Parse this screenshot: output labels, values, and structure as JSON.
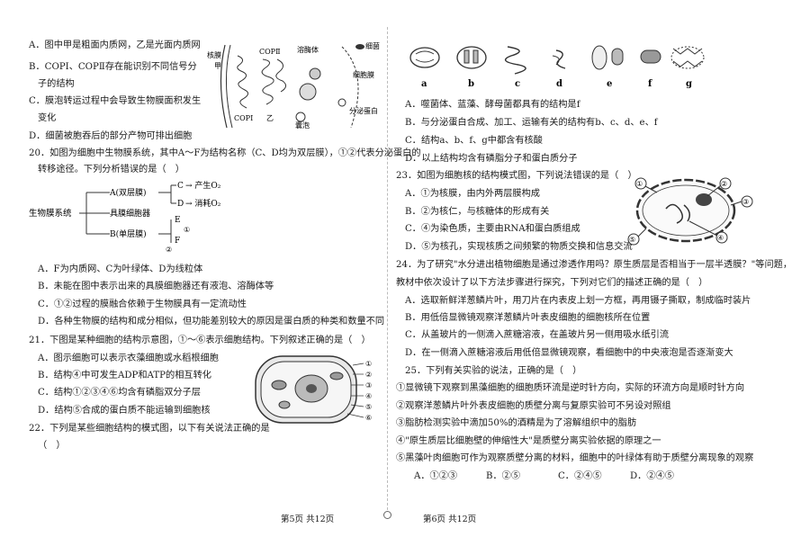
{
  "left_page": {
    "q19_options": [
      "A．图中甲是粗面内质网，乙是光面内质网",
      "B．COPⅠ、COPⅡ存在能识别不同信号分",
      "子的结构",
      "C．膜泡转运过程中会导致生物膜面积发生",
      "变化",
      "D．细菌被胞吞后的部分产物可排出细胞"
    ],
    "q19_labels": [
      "核膜",
      "甲",
      "COPⅡ",
      "溶酶体",
      "细菌",
      "细胞膜",
      "分泌蛋白",
      "COPⅠ",
      "乙",
      "囊泡"
    ],
    "q20_stem": [
      "20．如图为细胞中生物膜系统，其中A～F为结构名称（C、D均为双层膜），①②代表分泌蛋白的",
      "转移途径。下列分析错误的是（　）"
    ],
    "q20_diagram": {
      "root": "生物膜系统",
      "a": "A(双层膜)",
      "b": "具膜细胞器",
      "c": "B(单层膜)",
      "C": "C",
      "D": "D",
      "E": "E",
      "F": "F",
      "o2": "→ 产生O₂",
      "consume": "→ 消耗O₂",
      "m1": "①",
      "m2": "②"
    },
    "q20_options": [
      "A．F为内质网、C为叶绿体、D为线粒体",
      "B．未能在图中表示出来的具膜细胞器还有液泡、溶酶体等",
      "C．①②过程的膜融合依赖于生物膜具有一定流动性",
      "D．各种生物膜的结构和成分相似，但功能差别较大的原因是蛋白质的种类和数量不同"
    ],
    "q21_stem": "21．下图是某种细胞的结构示意图，①～⑥表示细胞结构。下列叙述正确的是（　）",
    "q21_options": [
      "A．图示细胞可以表示衣藻细胞或水稻根细胞",
      "B．结构④中可发生ADP和ATP的相互转化",
      "C．结构①②③④⑥均含有磷脂双分子层",
      "D．结构⑤合成的蛋白质不能运输到细胞核"
    ],
    "q21_labels": [
      "①",
      "②",
      "③",
      "④",
      "⑤",
      "⑥"
    ],
    "q22_stem": [
      "22．下列是某些细胞结构的模式图，以下有关说法正确的是",
      "（　）"
    ]
  },
  "right_page": {
    "q22_fig_labels": [
      "a",
      "b",
      "c",
      "d",
      "e",
      "f",
      "g"
    ],
    "q22_options": [
      "A．噬菌体、蓝藻、酵母菌都具有的结构是f",
      "B．与分泌蛋白合成、加工、运输有关的结构有b、c、d、e、f",
      "C．结构a、b、f、g中都含有核酸",
      "D．以上结构均含有磷脂分子和蛋白质分子"
    ],
    "q23_stem": "23．如图为细胞核的结构模式图，下列说法错误的是（　）",
    "q23_options": [
      "A．①为核膜，由内外两层膜构成",
      "B．②为核仁，与核糖体的形成有关",
      "C．④为染色质，主要由RNA和蛋白质组成",
      "D．⑤为核孔，实现核质之间频繁的物质交换和信息交流"
    ],
    "q23_labels": [
      "①",
      "②",
      "③",
      "④",
      "⑤"
    ],
    "q24_stem": [
      "24．为了研究\"水分进出植物细胞是通过渗透作用吗？原生质层是否相当于一层半透膜？\"等问题，",
      "教材中依次设计了以下方法步骤进行探究，下列对它们的描述正确的是（　）"
    ],
    "q24_options": [
      "A．选取新鲜洋葱鳞片叶，用刀片在内表皮上划一方框，再用镊子撕取，制成临时装片",
      "B．用低倍显微镜观察洋葱鳞片叶表皮细胞的细胞核所在位置",
      "C．从盖玻片的一侧滴入蔗糖溶液，在盖玻片另一侧用吸水纸引流",
      "D．在一侧滴入蔗糖溶液后用低倍显微镜观察，看细胞中的中央液泡是否逐渐变大"
    ],
    "q25_stem": "25．下列有关实验的说法，正确的是（　）",
    "q25_items": [
      "①显微镜下观察到黑藻细胞的细胞质环流是逆时针方向，实际的环流方向是顺时针方向",
      "②观察洋葱鳞片叶外表皮细胞的质壁分离与复原实验可不另设对照组",
      "③脂肪检测实验中滴加50%的酒精是为了溶解组织中的脂肪",
      "④\"原生质层比细胞壁的伸缩性大\"是质壁分离实验依据的原理之一",
      "⑤黑藻叶肉细胞可作为观察质壁分离的材料，细胞中的叶绿体有助于质壁分离现象的观察"
    ],
    "q25_options": [
      "A．①②③",
      "B．②⑤",
      "C．②④⑤",
      "D．②④⑤"
    ]
  },
  "footer": {
    "left": "第5页  共12页",
    "right": "第6页  共12页"
  }
}
